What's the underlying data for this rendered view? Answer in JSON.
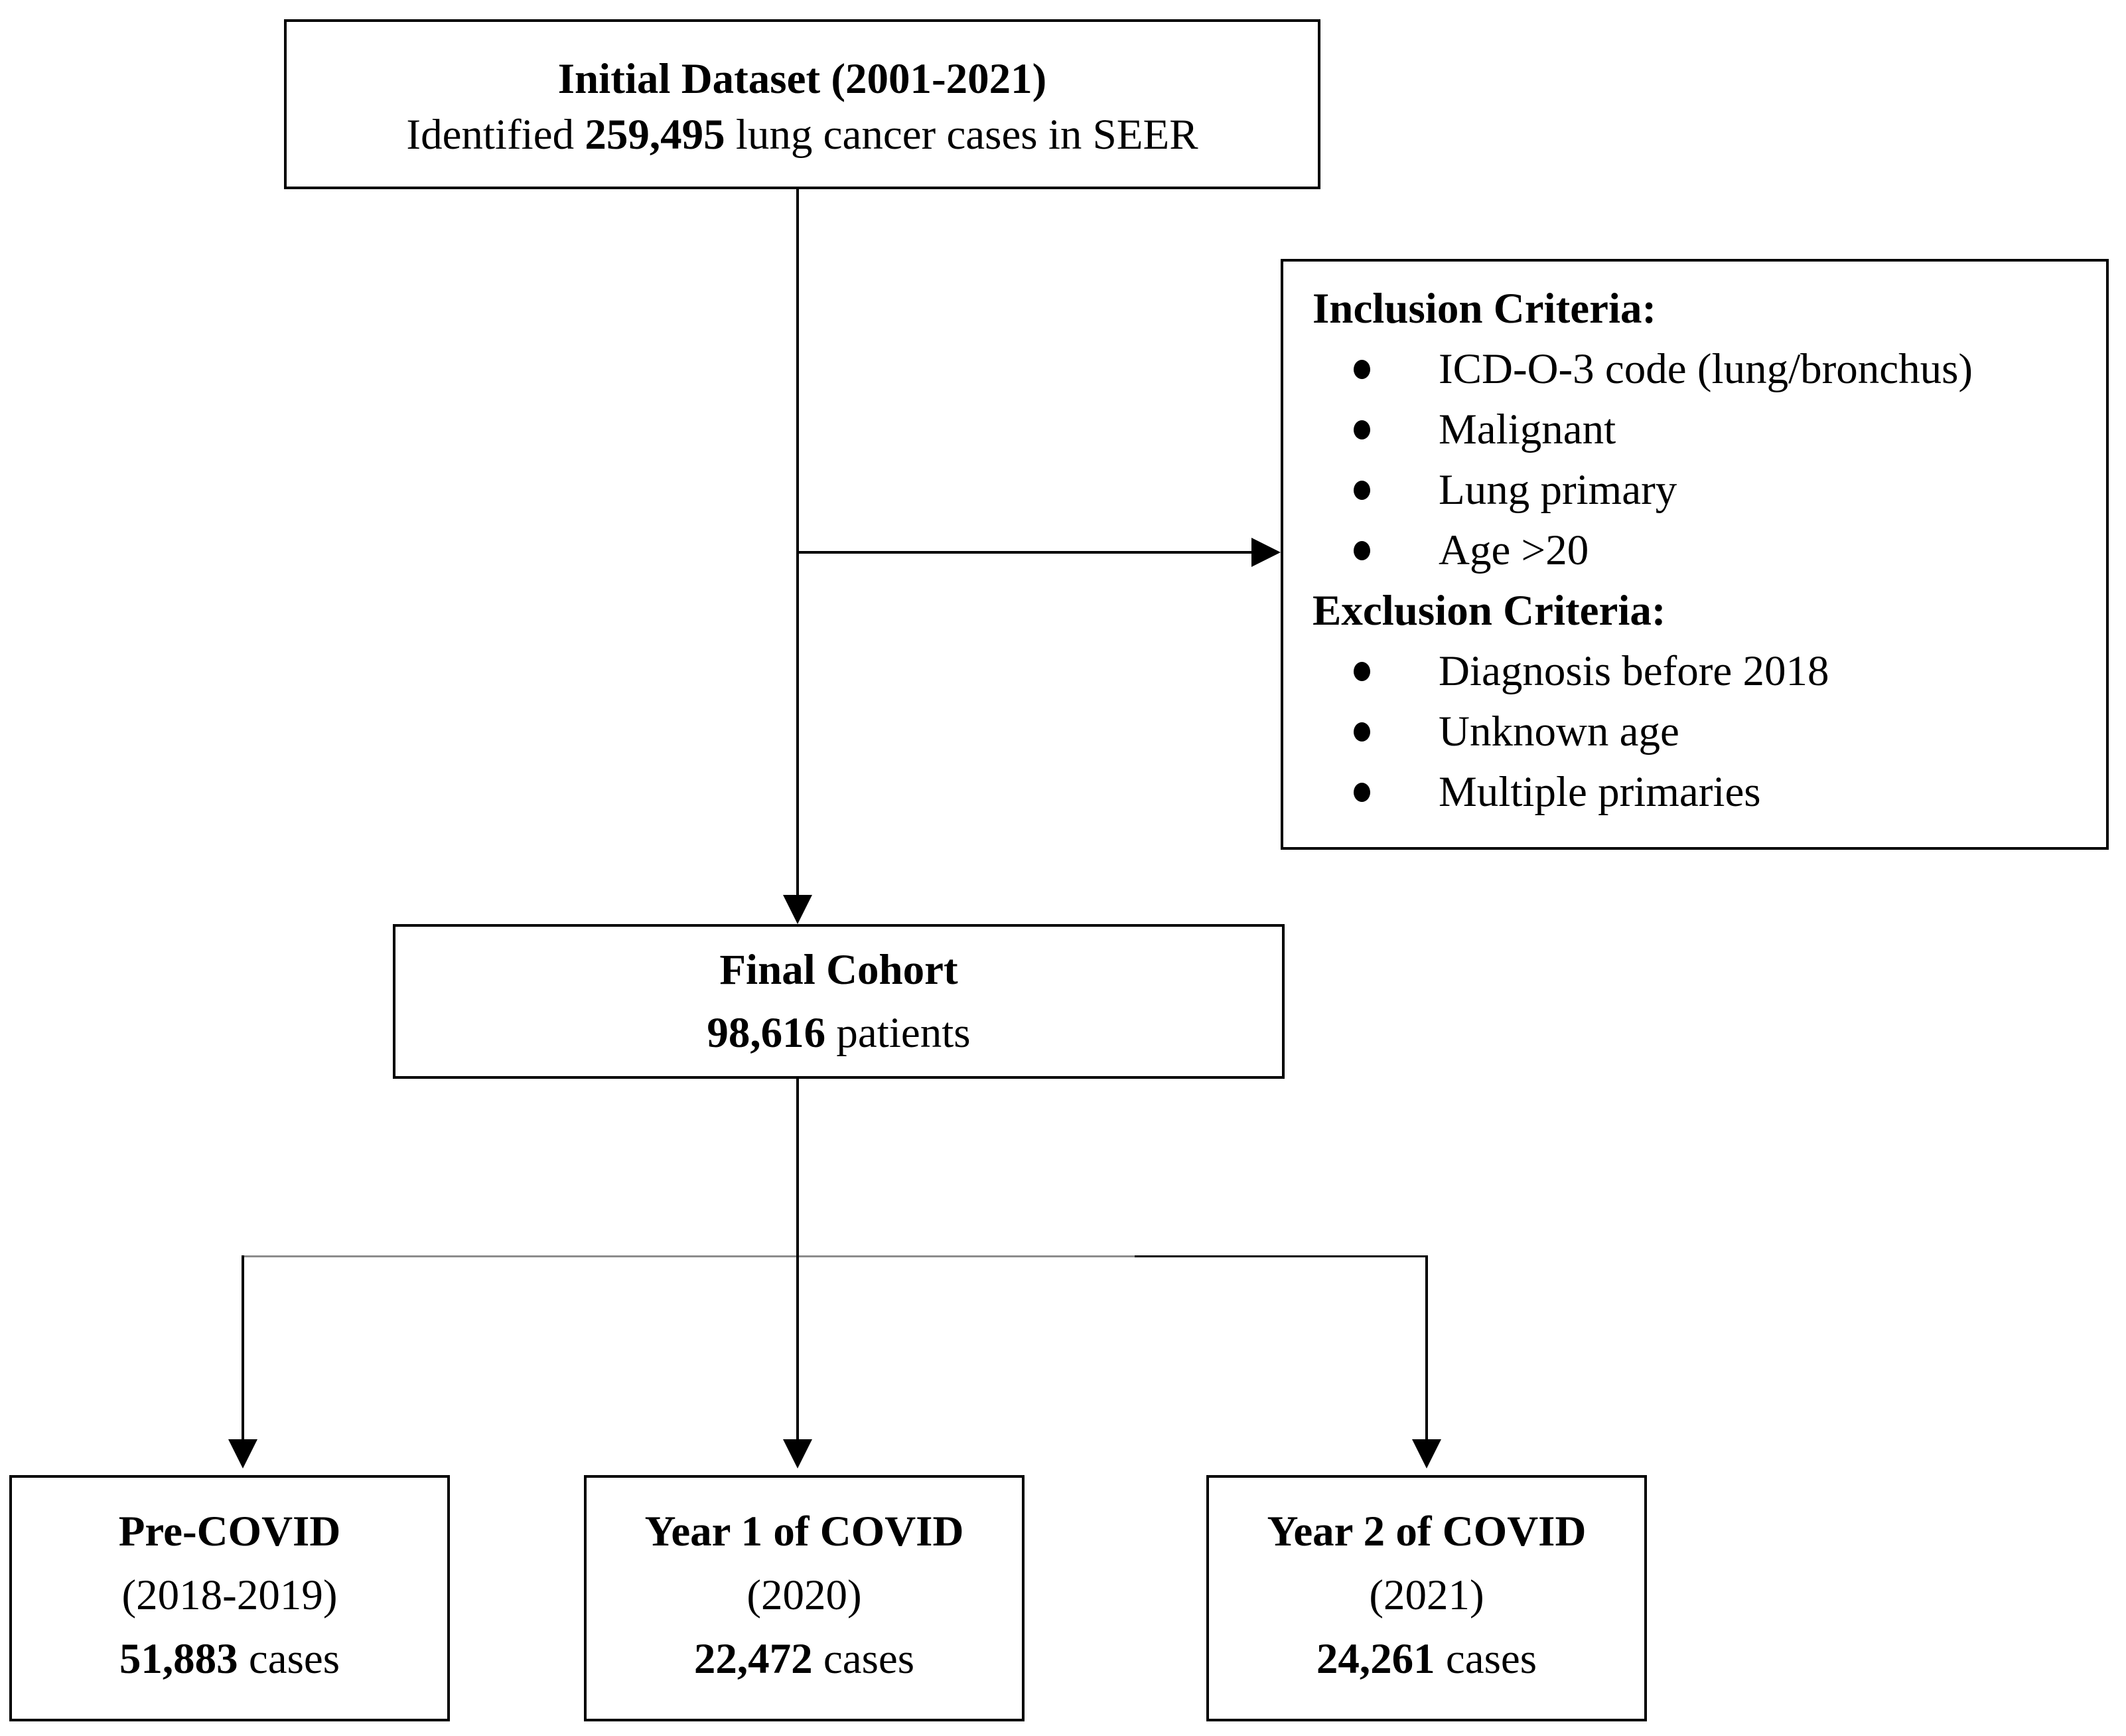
{
  "figure": {
    "background_color": "#ffffff",
    "line_color": "#000000",
    "branch_line_color": "#8c8c8c",
    "bullet": "•"
  },
  "initial_box": {
    "title": "Initial Dataset (2001-2021)",
    "subtitle_prefix": "Identified ",
    "subtitle_number": "259,495",
    "subtitle_suffix": " lung cancer cases in SEER"
  },
  "criteria_box": {
    "inclusion_header": "Inclusion Criteria:",
    "inclusion_items": [
      "ICD-O-3 code (lung/bronchus)",
      "Malignant",
      "Lung primary",
      "Age >20"
    ],
    "exclusion_header": "Exclusion Criteria:",
    "exclusion_items": [
      "Diagnosis before 2018",
      "Unknown age",
      "Multiple primaries"
    ]
  },
  "final_box": {
    "title": "Final Cohort",
    "count": "98,616",
    "count_suffix": " patients"
  },
  "branch_boxes": [
    {
      "title": "Pre-COVID",
      "period": "(2018-2019)",
      "count": "51,883",
      "count_suffix": " cases"
    },
    {
      "title": "Year 1 of COVID",
      "period": "(2020)",
      "count": "22,472",
      "count_suffix": " cases"
    },
    {
      "title": "Year 2 of COVID",
      "period": "(2021)",
      "count": "24,261",
      "count_suffix": " cases"
    }
  ]
}
